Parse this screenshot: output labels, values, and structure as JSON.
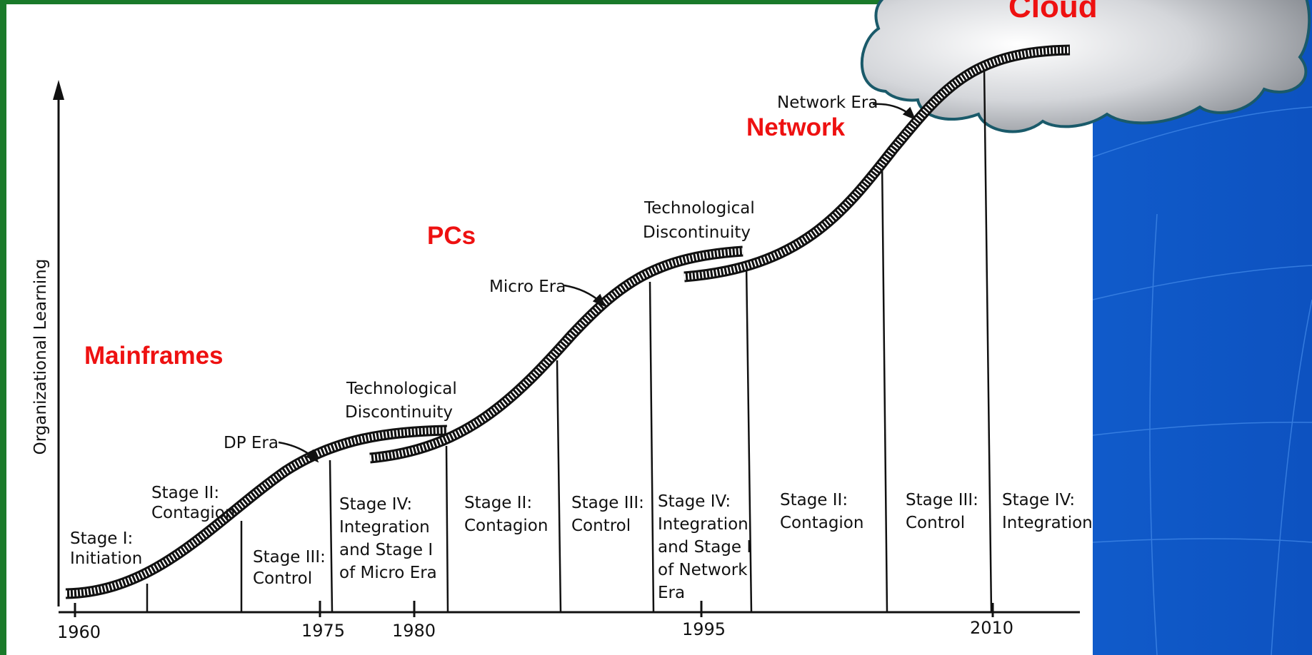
{
  "diagram": {
    "y_axis_label": "Organizational Learning",
    "x_ticks": [
      "1960",
      "1975",
      "1980",
      "1995",
      "2010"
    ],
    "era_labels": [
      "Mainframes",
      "PCs",
      "Network",
      "Cloud"
    ],
    "curve_labels": [
      "DP Era",
      "Micro Era",
      "Network Era"
    ],
    "discontinuity_label": [
      "Technological",
      "Discontinuity"
    ],
    "stages": [
      [
        "Stage I:",
        "Initiation"
      ],
      [
        "Stage II:",
        "Contagion"
      ],
      [
        "Stage III:",
        "Control"
      ],
      [
        "Stage IV:",
        "Integration",
        "and Stage I",
        "of Micro Era"
      ],
      [
        "Stage II:",
        "Contagion"
      ],
      [
        "Stage III:",
        "Control"
      ],
      [
        "Stage IV:",
        "Integration",
        "and Stage I",
        "of Network",
        "Era"
      ],
      [
        "Stage II:",
        "Contagion"
      ],
      [
        "Stage III:",
        "Control"
      ],
      [
        "Stage IV:",
        "Integration"
      ]
    ]
  },
  "colors": {
    "background_blue": "#1060d0",
    "frame_green": "#1a7a2a",
    "era_red": "#ee1111"
  }
}
